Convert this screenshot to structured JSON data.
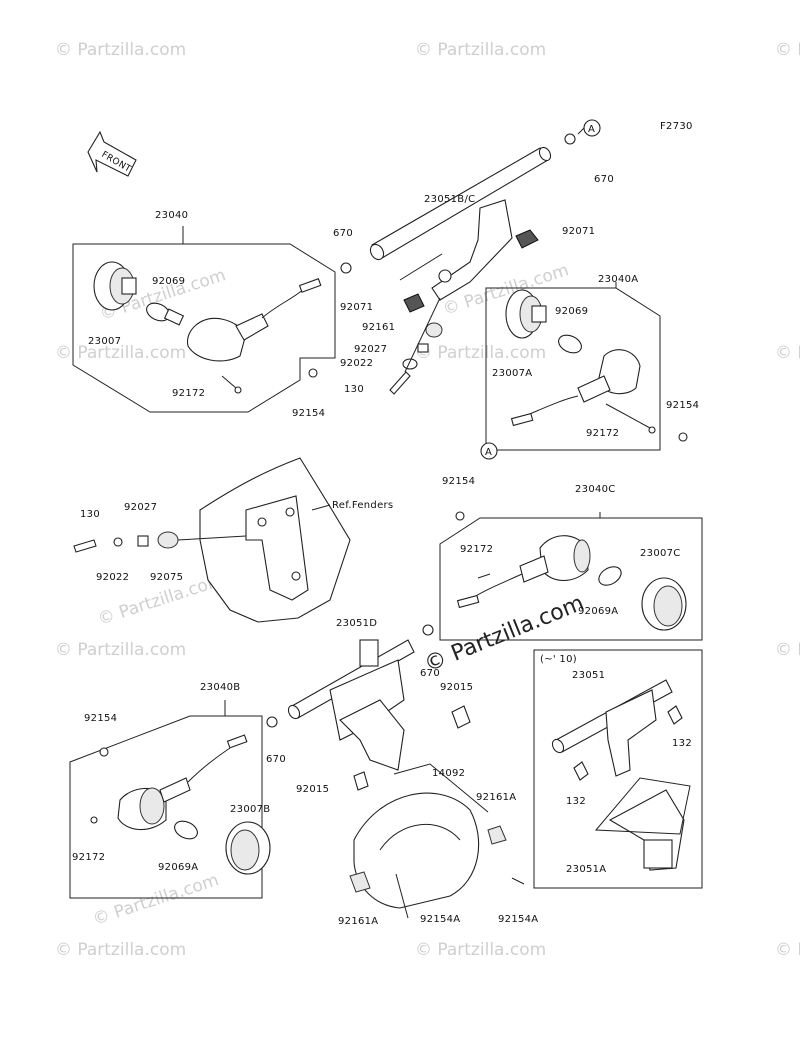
{
  "figure_code": "F2730",
  "front_label": "FRONT",
  "callout_a": "A",
  "watermark_text": "© Partzilla.com",
  "ref_label": "Ref.Fenders",
  "variant_note": "(~' 10)",
  "part_labels": [
    "670",
    "23051B/C",
    "92071",
    "23040",
    "670",
    "23040A",
    "92069",
    "92071",
    "92161",
    "92069",
    "23007",
    "92027",
    "92022",
    "23007A",
    "130",
    "92172",
    "92154",
    "92154",
    "92172",
    "92154",
    "23040C",
    "130",
    "92027",
    "92172",
    "23007C",
    "92022",
    "92075",
    "92069A",
    "23051D",
    "670",
    "92015",
    "23040B",
    "23051",
    "92154",
    "132",
    "670",
    "132",
    "92015",
    "14092",
    "23007B",
    "92161A",
    "92172",
    "92069A",
    "23051A",
    "92161A",
    "92154A",
    "92154A"
  ]
}
